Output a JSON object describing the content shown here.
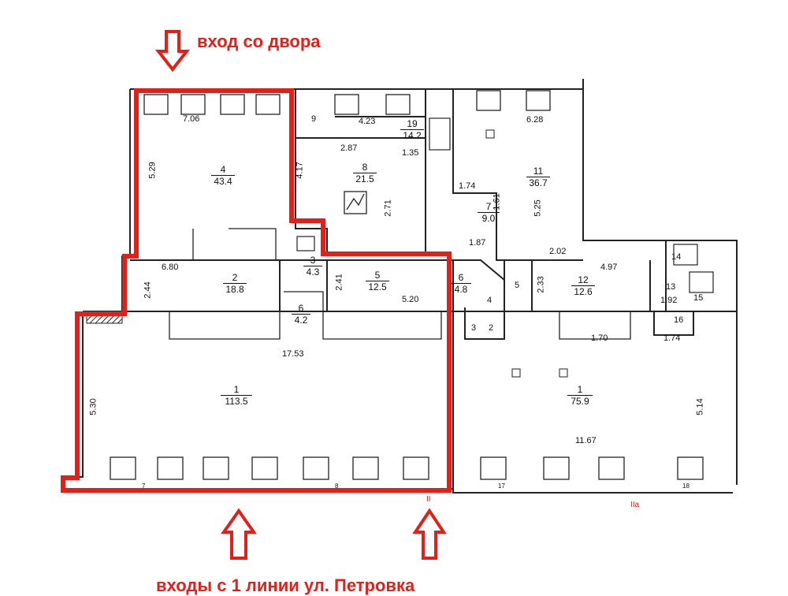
{
  "header": {
    "entrance_yard": "вход со двора"
  },
  "footer": {
    "entrance_street": "входы с 1 линии ул. Петровка"
  },
  "colors": {
    "accent_red": "#e2201a",
    "wall": "#222222"
  },
  "rooms": [
    {
      "num": "4",
      "area": "43.4"
    },
    {
      "num": "8",
      "area": "21.5"
    },
    {
      "num": "19",
      "area": "14.2"
    },
    {
      "num": "11",
      "area": "36.7"
    },
    {
      "num": "7",
      "area": "9.0"
    },
    {
      "num": "2",
      "area": "18.8"
    },
    {
      "num": "3",
      "area": "4.3"
    },
    {
      "num": "5",
      "area": "12.5"
    },
    {
      "num": "6",
      "area": "4.2"
    },
    {
      "num": "6",
      "area": "4.8"
    },
    {
      "num": "12",
      "area": "12.6"
    },
    {
      "num": "1",
      "area": "113.5"
    },
    {
      "num": "1",
      "area": "75.9"
    }
  ],
  "small_rooms": [
    "9",
    "4",
    "5",
    "3",
    "2",
    "13",
    "14",
    "15",
    "16"
  ],
  "dimensions": [
    "7.06",
    "5.29",
    "4.17",
    "4.23",
    "2.87",
    "1.35",
    "2.71",
    "6.28",
    "1.74",
    "1.61",
    "5.25",
    "1.87",
    "2.02",
    "4.97",
    "6.80",
    "2.44",
    "2.41",
    "5.20",
    "2.33",
    "1.92",
    "17.53",
    "1.70",
    "1.74",
    "5.30",
    "11.67",
    "5.14"
  ],
  "axis_marks": [
    "7",
    "8",
    "17",
    "18",
    "II",
    "IIa"
  ]
}
